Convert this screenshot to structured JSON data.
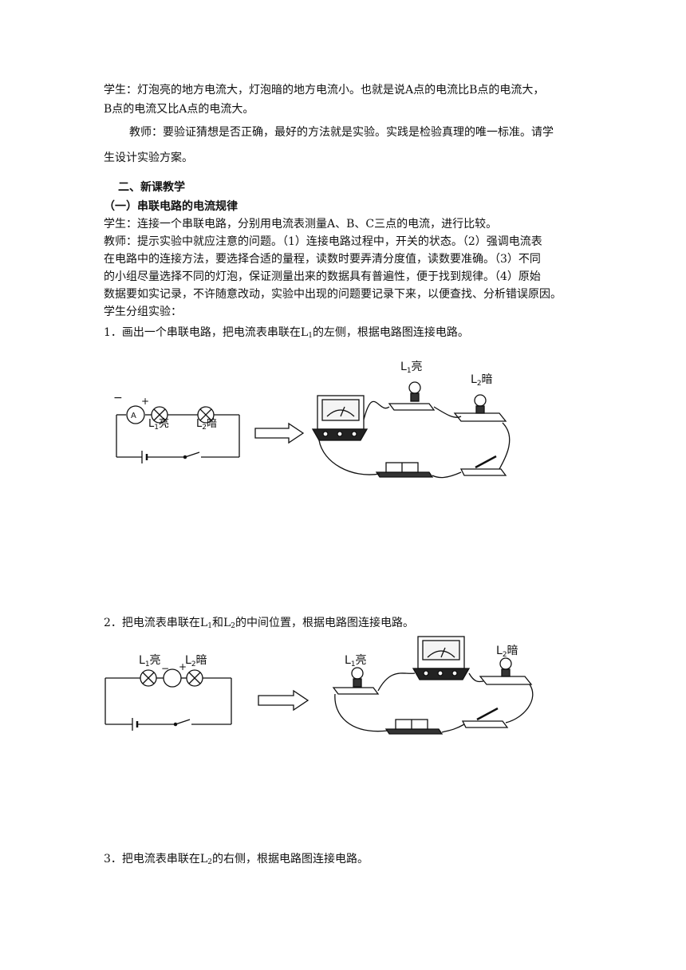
{
  "para1": {
    "line1": "学生：灯泡亮的地方电流大，灯泡暗的地方电流小。也就是说A点的电流比B点的电流大，",
    "line2": "B点的电流又比A点的电流大。"
  },
  "para2": {
    "line1": "教师：要验证猜想是否正确，最好的方法就是实验。实践是检验真理的唯一标准。请学",
    "line2": "生设计实验方案。"
  },
  "section_heading": "二、新课教学",
  "subsection_heading": "（一）串联电路的电流规律",
  "student_line": "学生：连接一个串联电路，分别用电流表测量A、B、C三点的电流，进行比较。",
  "teacher_para": {
    "line1": "教师：提示实验中就应注意的问题。（1）连接电路过程中，开关的状态。（2）强调电流表",
    "line2": "在电路中的连接方法，要选择合适的量程，读数时要弄清分度值，读数要准确。（3）不同",
    "line3": "的小组尽量选择不同的灯泡，保证测量出来的数据具有普遍性，便于找到规律。（4）原始",
    "line4": "数据要如实记录，不许随意改动，实验中出现的问题要记录下来，以便查找、分析错误原因。"
  },
  "group_label": "学生分组实验：",
  "step1": {
    "a": "1．画出一个串联电路，把电流表串联在L",
    "sub": "1",
    "b": "的左侧，根据电路图连接电路。"
  },
  "step2": {
    "a": "2．把电流表串联在L",
    "sub1": "1",
    "b": "和L",
    "sub2": "2",
    "c": "的中间位置，根据电路图连接电路。"
  },
  "step3": {
    "a": "3．把电流表串联在L",
    "sub": "2",
    "b": "的右侧，根据电路图连接电路。"
  },
  "diagram_labels": {
    "l1_letter": "L",
    "l1_sub": "1",
    "l1_word": "亮",
    "l2_letter": "L",
    "l2_sub": "2",
    "l2_word": "暗",
    "minus": "−",
    "plus": "+",
    "meter": "A"
  }
}
